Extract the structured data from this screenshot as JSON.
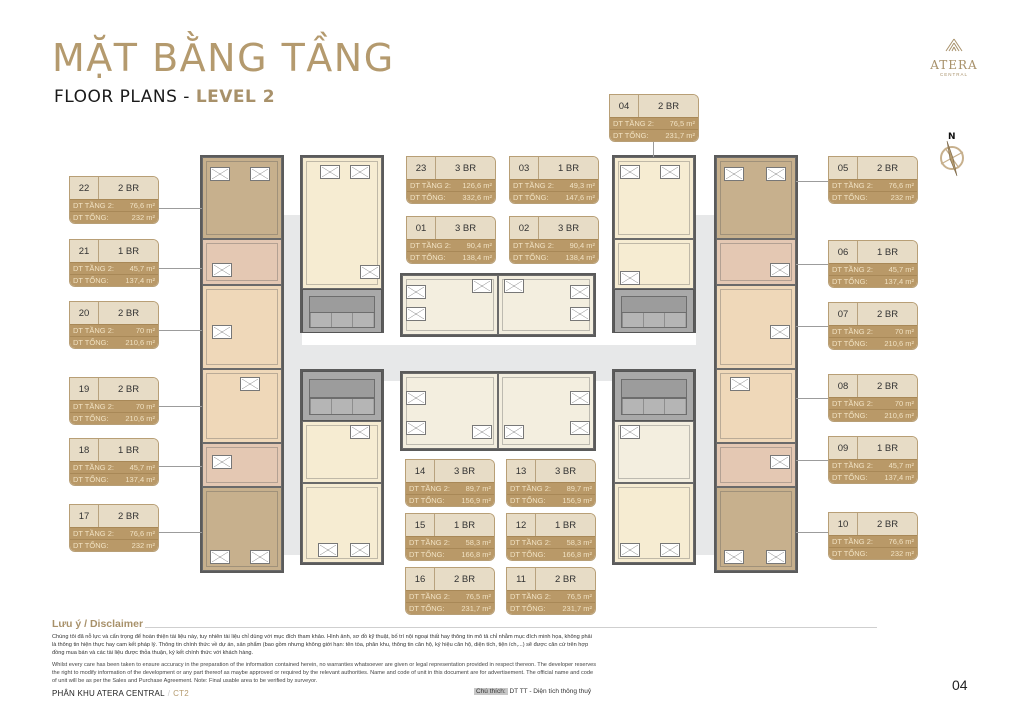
{
  "header": {
    "title_vn": "MẶT BẰNG TẦNG",
    "title_en_prefix": "FLOOR PLANS - ",
    "title_en_level": "LEVEL 2"
  },
  "logo": {
    "name": "ATERA",
    "sub": "CENTRAL"
  },
  "compass": {
    "label": "N",
    "icon": "compass-icon"
  },
  "labels": {
    "floor_area": "DT TẦNG 2:",
    "total_area": "DT TỔNG:"
  },
  "units": [
    {
      "id": "22",
      "type": "2 BR",
      "floor_area": "76,6 m²",
      "total_area": "232 m²"
    },
    {
      "id": "21",
      "type": "1 BR",
      "floor_area": "45,7 m²",
      "total_area": "137,4 m²"
    },
    {
      "id": "20",
      "type": "2 BR",
      "floor_area": "70 m²",
      "total_area": "210,6 m²"
    },
    {
      "id": "19",
      "type": "2 BR",
      "floor_area": "70 m²",
      "total_area": "210,6 m²"
    },
    {
      "id": "18",
      "type": "1 BR",
      "floor_area": "45,7 m²",
      "total_area": "137,4 m²"
    },
    {
      "id": "17",
      "type": "2 BR",
      "floor_area": "76,6 m²",
      "total_area": "232 m²"
    },
    {
      "id": "23",
      "type": "3 BR",
      "floor_area": "126,6 m²",
      "total_area": "332,6 m²"
    },
    {
      "id": "03",
      "type": "1 BR",
      "floor_area": "49,3 m²",
      "total_area": "147,6 m²"
    },
    {
      "id": "01",
      "type": "3 BR",
      "floor_area": "90,4 m²",
      "total_area": "138,4 m²"
    },
    {
      "id": "02",
      "type": "3 BR",
      "floor_area": "90,4 m²",
      "total_area": "138,4 m²"
    },
    {
      "id": "04",
      "type": "2 BR",
      "floor_area": "76,5 m²",
      "total_area": "231,7 m²"
    },
    {
      "id": "05",
      "type": "2 BR",
      "floor_area": "76,6 m²",
      "total_area": "232 m²"
    },
    {
      "id": "06",
      "type": "1 BR",
      "floor_area": "45,7 m²",
      "total_area": "137,4 m²"
    },
    {
      "id": "07",
      "type": "2 BR",
      "floor_area": "70 m²",
      "total_area": "210,6 m²"
    },
    {
      "id": "08",
      "type": "2 BR",
      "floor_area": "70 m²",
      "total_area": "210,6 m²"
    },
    {
      "id": "09",
      "type": "1 BR",
      "floor_area": "45,7 m²",
      "total_area": "137,4 m²"
    },
    {
      "id": "10",
      "type": "2 BR",
      "floor_area": "76,6 m²",
      "total_area": "232 m²"
    },
    {
      "id": "14",
      "type": "3 BR",
      "floor_area": "89,7 m²",
      "total_area": "156,9 m²"
    },
    {
      "id": "13",
      "type": "3 BR",
      "floor_area": "89,7 m²",
      "total_area": "156,9 m²"
    },
    {
      "id": "15",
      "type": "1 BR",
      "floor_area": "58,3 m²",
      "total_area": "166,8 m²"
    },
    {
      "id": "12",
      "type": "1 BR",
      "floor_area": "58,3 m²",
      "total_area": "166,8 m²"
    },
    {
      "id": "16",
      "type": "2 BR",
      "floor_area": "76,5 m²",
      "total_area": "231,7 m²"
    },
    {
      "id": "11",
      "type": "2 BR",
      "floor_area": "76,5 m²",
      "total_area": "231,7 m²"
    }
  ],
  "disclaimer": {
    "title": "Lưu ý / Disclaimer",
    "text_vn": "Chúng tôi đã nỗ lực và cẩn trọng để hoàn thiện tài liệu này, tuy nhiên tài liệu chỉ dùng với mục đích tham khảo. Hình ảnh, sơ đồ kỹ thuật, bố trí nội ngoại thất hay thông tin mô tả chỉ nhằm mục đích minh họa, không phải là thông tin hiện thực hay cam kết pháp lý. Thông tin chính thức về dự án, sản phẩm (bao gồm nhưng không giới hạn: tên tòa, phân khu, thông tin căn hộ, ký hiệu căn hộ, diện tích, tiện ích,...) sẽ được căn cứ trên hợp đồng mua bán và các tài liệu được thỏa thuận, ký kết chính thức với khách hàng.",
    "text_en": "Whilst every care has been taken to ensure accuracy in the preparation of the information contained herein, no warranties whatsoever are given or legal representation provided in respect thereon. The developer reserves the right to modify information of the development or any part thereof as maybe approved or required by the relevant authorities. Name and code of unit in this document are for advertisement. The official name and code of unit will be as per the Sales and Purchase Agreement. Note: Final usable area to be verified by surveyor."
  },
  "footer": {
    "zone": "PHÂN KHU ATERA CENTRAL",
    "slash": "/",
    "building": "CT2",
    "note_key": "Chú thích:",
    "note_value": "DT TT - Diện tích thông thuỷ",
    "page": "04"
  },
  "colors": {
    "gold": "#b49a6e",
    "card_top": "#e7dcc6",
    "card_band": "#b99968",
    "corridor": "#e7e8e9",
    "core": "#a9a9a9"
  }
}
